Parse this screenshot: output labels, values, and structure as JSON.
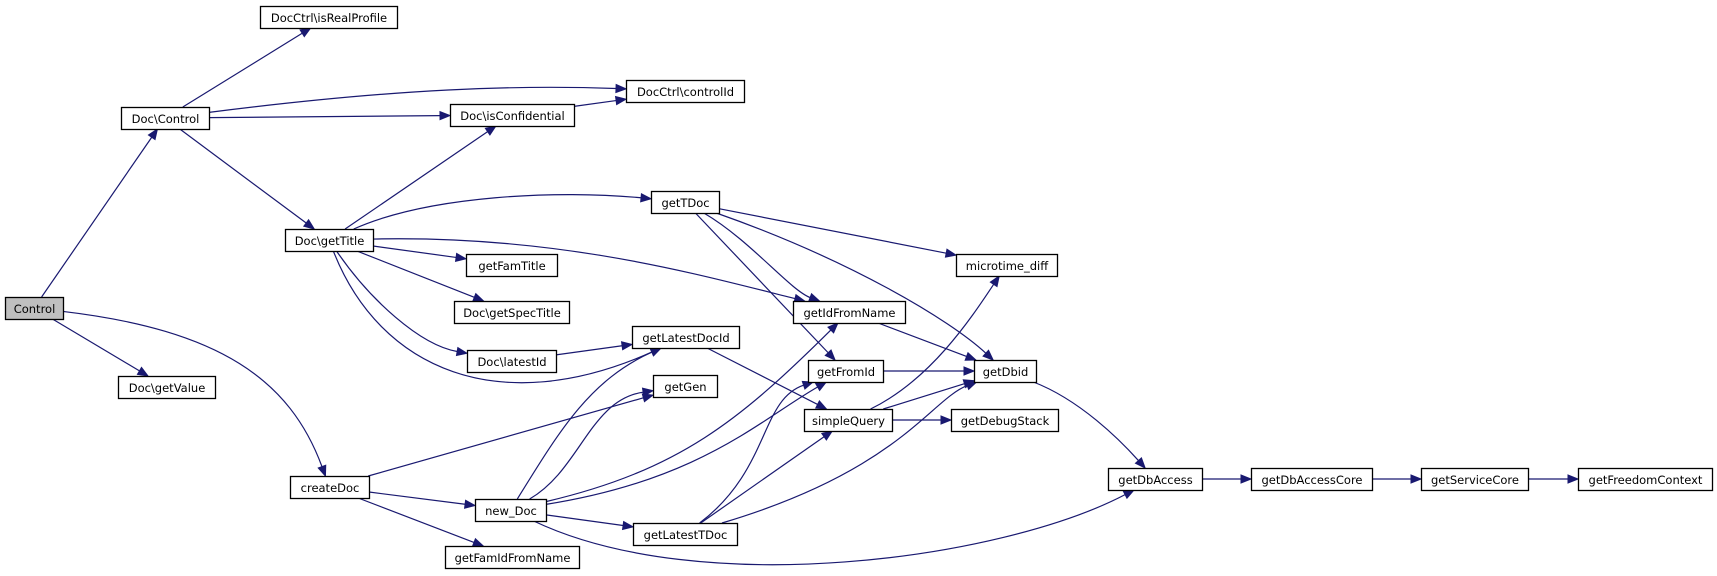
{
  "diagram": {
    "type": "call-graph",
    "colors": {
      "edge": "#191970",
      "node_border": "#000000",
      "node_fill": "#ffffff",
      "root_fill": "#bfbfbf",
      "text": "#000000"
    },
    "nodes": [
      {
        "id": "control",
        "label": "Control",
        "root": true
      },
      {
        "id": "doc-control",
        "label": "Doc\\Control"
      },
      {
        "id": "doc-getvalue",
        "label": "Doc\\getValue"
      },
      {
        "id": "createdoc",
        "label": "createDoc"
      },
      {
        "id": "docctrl-isrealprofile",
        "label": "DocCtrl\\isRealProfile"
      },
      {
        "id": "docctrl-controlid",
        "label": "DocCtrl\\controlId"
      },
      {
        "id": "doc-isconfidential",
        "label": "Doc\\isConfidential"
      },
      {
        "id": "doc-gettitle",
        "label": "Doc\\getTitle"
      },
      {
        "id": "gettdoc",
        "label": "getTDoc"
      },
      {
        "id": "getfamtitle",
        "label": "getFamTitle"
      },
      {
        "id": "doc-getspectitle",
        "label": "Doc\\getSpecTitle"
      },
      {
        "id": "doc-latestid",
        "label": "Doc\\latestId"
      },
      {
        "id": "getlatestdocid",
        "label": "getLatestDocId"
      },
      {
        "id": "getgen",
        "label": "getGen"
      },
      {
        "id": "new-doc",
        "label": "new_Doc"
      },
      {
        "id": "getfamidfromname",
        "label": "getFamIdFromName"
      },
      {
        "id": "getlatesttdoc",
        "label": "getLatestTDoc"
      },
      {
        "id": "microtime-diff",
        "label": "microtime_diff"
      },
      {
        "id": "getidfromname",
        "label": "getIdFromName"
      },
      {
        "id": "getfromid",
        "label": "getFromId"
      },
      {
        "id": "getdbid",
        "label": "getDbid"
      },
      {
        "id": "simplequery",
        "label": "simpleQuery"
      },
      {
        "id": "getdebugstack",
        "label": "getDebugStack"
      },
      {
        "id": "getdbaccess",
        "label": "getDbAccess"
      },
      {
        "id": "getdbaccesscore",
        "label": "getDbAccessCore"
      },
      {
        "id": "getservicecore",
        "label": "getServiceCore"
      },
      {
        "id": "getfreedomcontext",
        "label": "getFreedomContext"
      }
    ],
    "edges": [
      {
        "from": "control",
        "to": "doc-control"
      },
      {
        "from": "control",
        "to": "doc-getvalue"
      },
      {
        "from": "control",
        "to": "createdoc"
      },
      {
        "from": "doc-control",
        "to": "docctrl-isrealprofile"
      },
      {
        "from": "doc-control",
        "to": "docctrl-controlid"
      },
      {
        "from": "doc-control",
        "to": "doc-isconfidential"
      },
      {
        "from": "doc-control",
        "to": "doc-gettitle"
      },
      {
        "from": "doc-isconfidential",
        "to": "docctrl-controlid"
      },
      {
        "from": "doc-gettitle",
        "to": "doc-isconfidential"
      },
      {
        "from": "doc-gettitle",
        "to": "gettdoc"
      },
      {
        "from": "doc-gettitle",
        "to": "getidfromname"
      },
      {
        "from": "doc-gettitle",
        "to": "getfamtitle"
      },
      {
        "from": "doc-gettitle",
        "to": "doc-getspectitle"
      },
      {
        "from": "doc-gettitle",
        "to": "doc-latestid"
      },
      {
        "from": "doc-gettitle",
        "to": "getlatestdocid"
      },
      {
        "from": "doc-latestid",
        "to": "getlatestdocid"
      },
      {
        "from": "gettdoc",
        "to": "microtime-diff"
      },
      {
        "from": "gettdoc",
        "to": "getidfromname"
      },
      {
        "from": "gettdoc",
        "to": "getdbid"
      },
      {
        "from": "gettdoc",
        "to": "getfromid"
      },
      {
        "from": "getidfromname",
        "to": "getdbid"
      },
      {
        "from": "getlatestdocid",
        "to": "simplequery"
      },
      {
        "from": "getfromid",
        "to": "getdbid"
      },
      {
        "from": "simplequery",
        "to": "microtime-diff"
      },
      {
        "from": "simplequery",
        "to": "getdbid"
      },
      {
        "from": "simplequery",
        "to": "getdebugstack"
      },
      {
        "from": "getdbid",
        "to": "getdbaccess"
      },
      {
        "from": "createdoc",
        "to": "getgen"
      },
      {
        "from": "createdoc",
        "to": "new-doc"
      },
      {
        "from": "createdoc",
        "to": "getfamidfromname"
      },
      {
        "from": "new-doc",
        "to": "getlatestdocid"
      },
      {
        "from": "new-doc",
        "to": "getgen"
      },
      {
        "from": "new-doc",
        "to": "getidfromname"
      },
      {
        "from": "new-doc",
        "to": "getfromid"
      },
      {
        "from": "new-doc",
        "to": "getlatesttdoc"
      },
      {
        "from": "new-doc",
        "to": "getdbaccess"
      },
      {
        "from": "getlatesttdoc",
        "to": "getfromid"
      },
      {
        "from": "getlatesttdoc",
        "to": "simplequery"
      },
      {
        "from": "getlatesttdoc",
        "to": "getdbid"
      },
      {
        "from": "getdbaccess",
        "to": "getdbaccesscore"
      },
      {
        "from": "getdbaccesscore",
        "to": "getservicecore"
      },
      {
        "from": "getservicecore",
        "to": "getfreedomcontext"
      }
    ]
  }
}
